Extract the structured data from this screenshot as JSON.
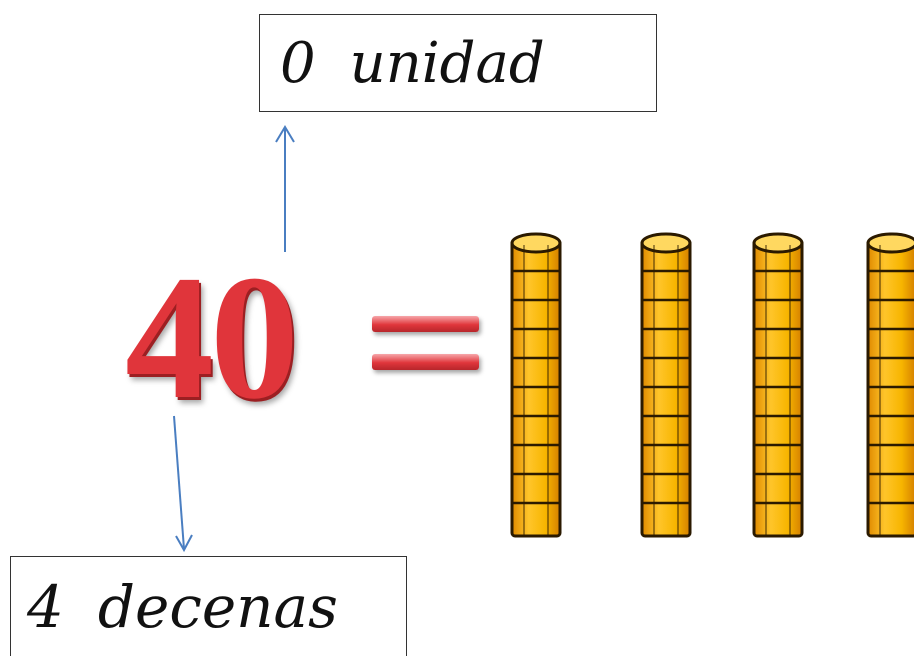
{
  "number": "40",
  "equals_sign": "=",
  "units_label": {
    "digit": "0",
    "word": "unidad"
  },
  "tens_label": {
    "digit": "4",
    "word": "decenas"
  },
  "colors": {
    "number": "#e0353b",
    "arrow": "#4a7ec1",
    "rod": "#f7b500",
    "rod_outline": "#2b1a00"
  },
  "icons": [
    "up-arrow-icon",
    "down-arrow-icon",
    "ten-rod-icon"
  ],
  "rods_count": 4
}
